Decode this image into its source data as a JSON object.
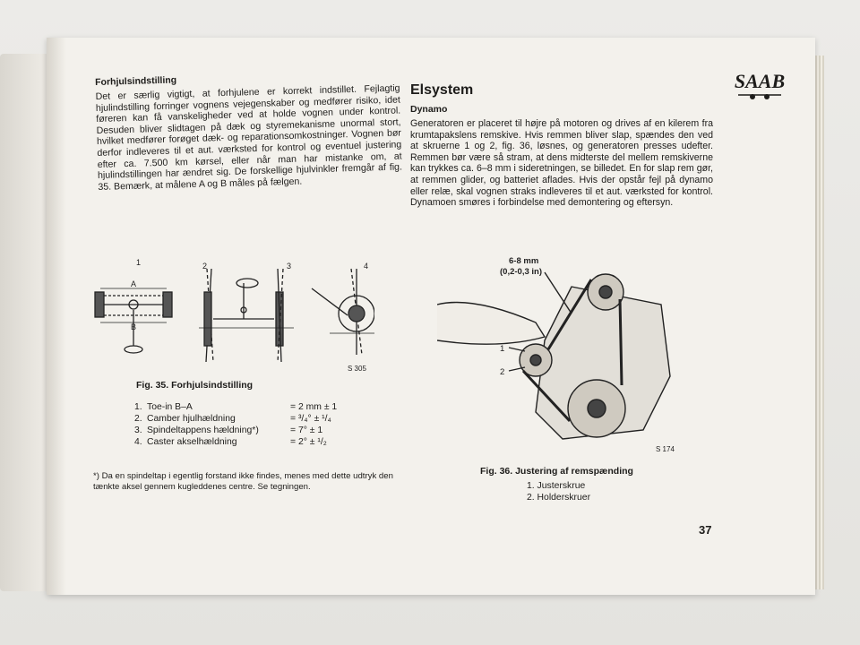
{
  "left": {
    "heading": "Forhjulsindstilling",
    "paragraph": "Det er særlig vigtigt, at forhjulene er korrekt indstillet. Fejlagtig hjulindstilling forringer vognens vejegenskaber og medfører risiko, idet føreren kan få vanskeligheder ved at holde vognen under kontrol. Desuden bliver slidtagen på dæk og styremekanisme unormal stort, hvilket medfører forøget dæk- og reparationsomkostninger. Vognen bør derfor indleveres til et aut. værksted for kontrol og eventuel justering efter ca. 7.500 km kørsel, eller når man har mistanke om, at hjulindstillingen har ændret sig. De forskellige hjulvinkler fremgår af fig. 35. Bemærk, at målene A og B måles på fælgen.",
    "figure": {
      "labels": [
        "1",
        "2",
        "3",
        "4",
        "A",
        "B"
      ],
      "code": "S 305",
      "caption": "Fig. 35.  Forhjulsindstilling"
    },
    "specs": [
      {
        "num": "1.",
        "label": "Toe-in B–A",
        "value": "= 2 mm ± 1"
      },
      {
        "num": "2.",
        "label": "Camber hjulhældning",
        "value": "= ³/₄° ± ¹/₄"
      },
      {
        "num": "3.",
        "label": "Spindeltappens hældning*)",
        "value": "= 7° ± 1"
      },
      {
        "num": "4.",
        "label": "Caster akselhældning",
        "value": "= 2° ± ¹/₂"
      }
    ],
    "footnote": "*) Da en spindeltap i egentlig forstand ikke findes, menes med dette udtryk den tænkte aksel gennem kugleddenes centre. Se tegningen."
  },
  "right": {
    "section_title": "Elsystem",
    "heading": "Dynamo",
    "paragraph": "Generatoren er placeret til højre på motoren og drives af en kilerem fra krumtapakslens remskive. Hvis remmen bliver slap, spændes den ved at skruerne 1 og 2, fig. 36, løsnes, og generatoren presses udefter. Remmen bør være så stram, at dens midterste del mellem remskiverne kan trykkes ca. 6–8 mm i sideretningen, se billedet. En for slap rem gør, at remmen glider, og batteriet aflades. Hvis der opstår fejl på dynamo eller relæ, skal vognen straks indleveres til et aut. værksted for kontrol. Dynamoen smøres i forbindelse med demontering og eftersyn.",
    "figure": {
      "measure_line1": "6-8 mm",
      "measure_line2": "(0,2-0,3 in)",
      "label_1": "1",
      "label_2": "2",
      "code": "S 174",
      "caption": "Fig. 36.  Justering af remspænding"
    },
    "legend": [
      "1.  Justerskrue",
      "2.  Holderskruer"
    ]
  },
  "logo_text": "SAAB",
  "page_number": "37"
}
